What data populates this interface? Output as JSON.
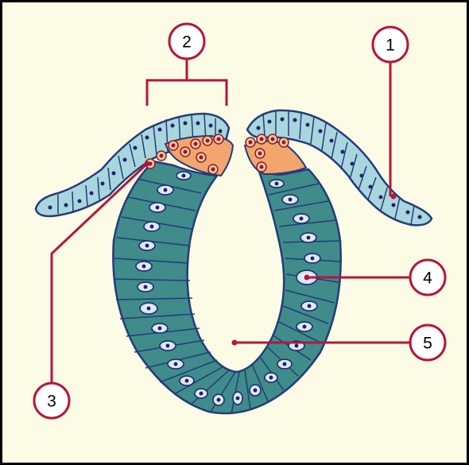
{
  "callouts": [
    {
      "id": "1",
      "label": "1"
    },
    {
      "id": "2",
      "label": "2"
    },
    {
      "id": "3",
      "label": "3"
    },
    {
      "id": "4",
      "label": "4"
    },
    {
      "id": "5",
      "label": "5"
    }
  ],
  "colors": {
    "background": "#fbfbe6",
    "ectoderm": "#a9d6dd",
    "ectoderm_outline": "#243c7a",
    "neural_tube": "#3f8c8a",
    "neural_crest": "#f3a56e",
    "nucleus": "#1c246c",
    "leader": "#b5163a"
  }
}
